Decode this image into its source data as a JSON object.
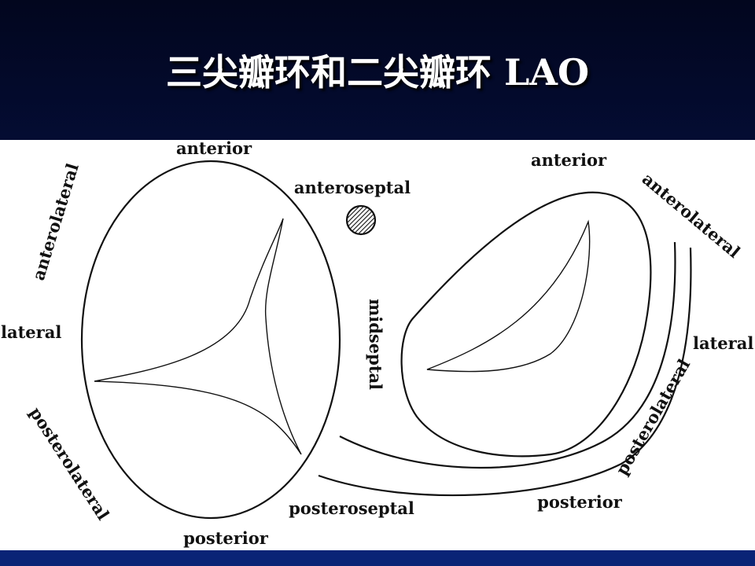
{
  "slide": {
    "title": "三尖瓣环和二尖瓣环 LAO"
  },
  "diagram": {
    "tricuspid_labels": {
      "anterior": "anterior",
      "anterolateral": "anterolateral",
      "lateral": "lateral",
      "posterolateral": "posterolateral",
      "posterior": "posterior",
      "posteroseptal": "posteroseptal",
      "midseptal": "midseptal",
      "anteroseptal": "anteroseptal"
    },
    "mitral_labels": {
      "anterior": "anterior",
      "anterolateral": "anterolateral",
      "lateral": "lateral",
      "posterolateral": "posterolateral",
      "posterior": "posterior"
    },
    "colors": {
      "background_top": "#02061e",
      "background_bottom": "#0a2476",
      "title_text": "#ffffff",
      "figure_bg": "#ffffff",
      "line": "#111111"
    }
  }
}
